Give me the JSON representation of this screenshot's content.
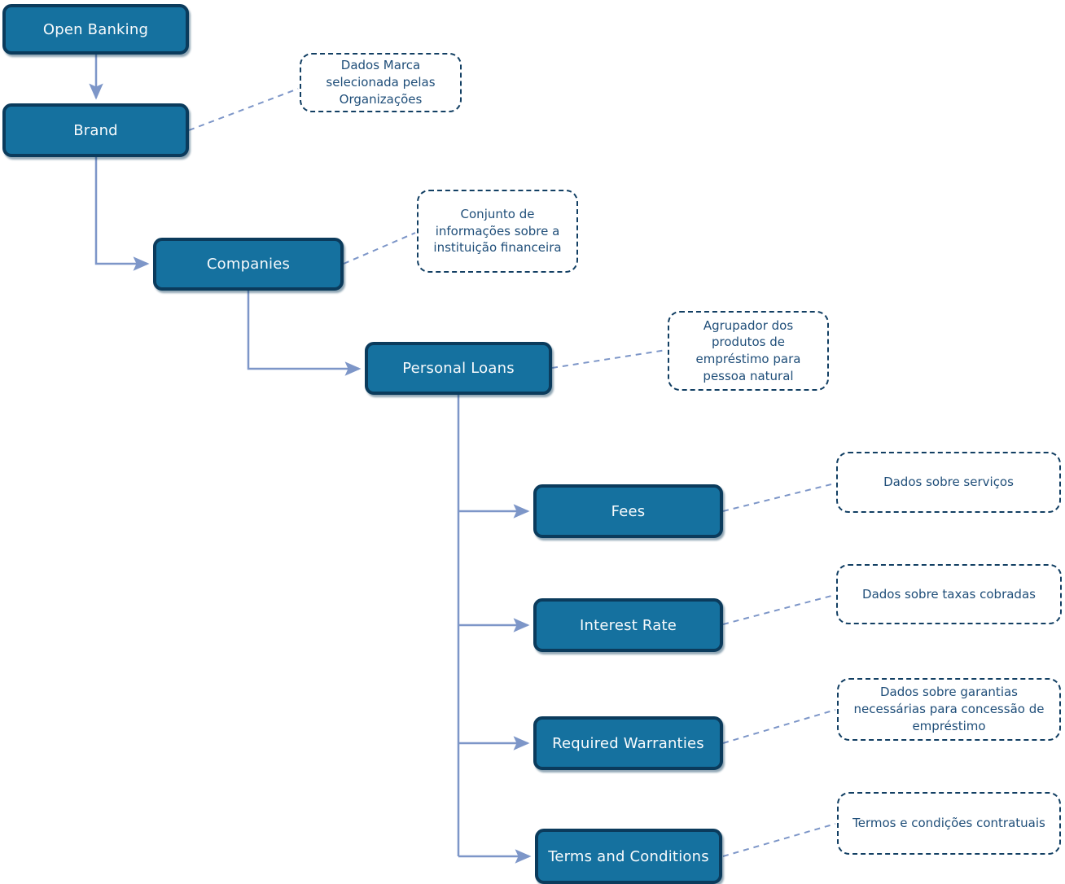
{
  "diagram": {
    "colors": {
      "node_fill": "#15719f",
      "node_border": "#0b3b5c",
      "node_text": "#f7fafc",
      "annotation_border": "#123f63",
      "annotation_text": "#1f4e79",
      "connector": "#7d96c8",
      "background": "#ffffff"
    },
    "nodes": [
      {
        "id": "open-banking",
        "label": "Open Banking"
      },
      {
        "id": "brand",
        "label": "Brand"
      },
      {
        "id": "companies",
        "label": "Companies"
      },
      {
        "id": "personal-loans",
        "label": "Personal Loans"
      },
      {
        "id": "fees",
        "label": "Fees"
      },
      {
        "id": "interest-rate",
        "label": "Interest Rate"
      },
      {
        "id": "required-warranties",
        "label": "Required Warranties"
      },
      {
        "id": "terms-and-conditions",
        "label": "Terms and Conditions"
      }
    ],
    "annotations": [
      {
        "for": "brand",
        "text": "Dados Marca selecionada pelas Organizações"
      },
      {
        "for": "companies",
        "text": "Conjunto de informações sobre a instituição financeira"
      },
      {
        "for": "personal-loans",
        "text": "Agrupador dos produtos de empréstimo para pessoa natural"
      },
      {
        "for": "fees",
        "text": "Dados sobre serviços"
      },
      {
        "for": "interest-rate",
        "text": "Dados sobre taxas cobradas"
      },
      {
        "for": "required-warranties",
        "text": "Dados sobre garantias necessárias para concessão de empréstimo"
      },
      {
        "for": "terms-and-conditions",
        "text": "Termos e condições contratuais"
      }
    ]
  }
}
